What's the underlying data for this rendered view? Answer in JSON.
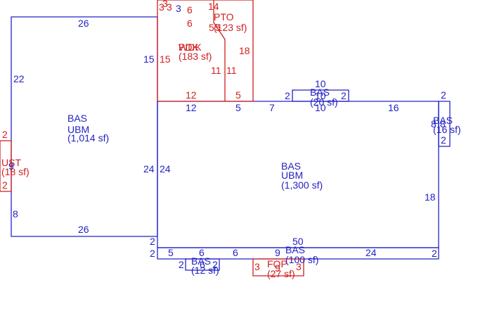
{
  "colors": {
    "blue": "#1f1fc4",
    "red": "#d11f1f"
  },
  "areas": {
    "bas_left": {
      "code": "BAS",
      "sub": "UBM",
      "area": "(1,014 sf)"
    },
    "bas_main": {
      "code": "BAS",
      "sub": "UBM",
      "area": "(1,300 sf)"
    },
    "bas_top": {
      "code": "BAS",
      "area": "(20 sf)"
    },
    "bas_right": {
      "code": "BAS",
      "area": "(16 sf)"
    },
    "bas_bottom": {
      "code": "BAS",
      "area": "(100 sf)"
    },
    "bas_small": {
      "code": "BAS",
      "area": "(12 sf)"
    },
    "pto": {
      "code": "PTO",
      "area": "(123 sf)"
    },
    "wdk": {
      "code": "WDK",
      "area": "(183 sf)"
    },
    "pdk": {
      "code": "PDK"
    },
    "fop": {
      "code": "FOP",
      "area": "(27 sf)"
    },
    "ust": {
      "code": "UST",
      "area": "(18 sf)"
    }
  },
  "dims": {
    "l_top": "26",
    "l_left": "22",
    "l_left_lower": "8",
    "l_bottom": "26",
    "l_right": "24",
    "m_left": "24",
    "m_right": "18",
    "m_top_a": "12",
    "m_top_b": "5",
    "m_top_c": "7",
    "m_top_d": "16",
    "t_top": "10",
    "t_bottom": "10",
    "t_left": "2",
    "t_right": "2",
    "t_mid": "10",
    "r_top": "2",
    "r_side_a": "8",
    "r_side_b": "8",
    "r_bottom": "2",
    "b_top": "50",
    "b_left_a": "2",
    "b_left_b": "2",
    "b_right": "2",
    "b_seg1": "5",
    "b_seg2": "6",
    "b_seg3": "6",
    "b_seg4": "9",
    "b_seg5": "24",
    "s_left": "2",
    "s_right": "2",
    "s_mid": "6",
    "w_left": "15",
    "w_left_in": "15",
    "w_bottom": "12",
    "w_right_bottom": "5",
    "w_mid_a": "11",
    "w_mid_b": "11",
    "w_right": "18",
    "w_top": "14",
    "w_top_a": "3",
    "w_top_b": "3",
    "w_top_c": "3",
    "w_top_d": "6",
    "w_top_e": "6",
    "w_inner_a": "5",
    "w_inner_b": "5",
    "f_left": "3",
    "f_right": "3",
    "f_mid": "9",
    "u_top": "2",
    "u_bottom": "2",
    "u_mid": "9"
  }
}
